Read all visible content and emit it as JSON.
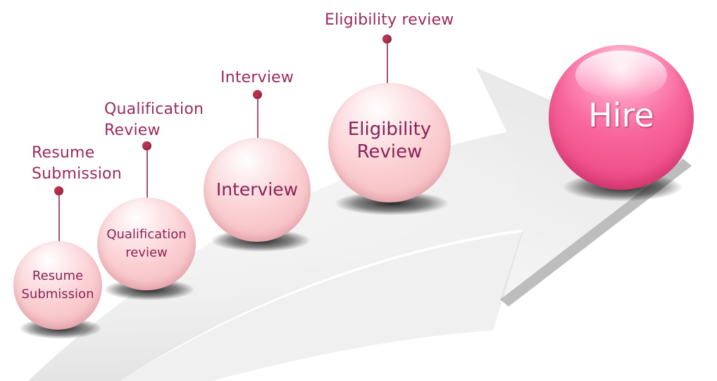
{
  "stages": [
    {
      "id": "resume",
      "label": "Resume\nSubmission",
      "sphere_text": "Resume\nSubmission"
    },
    {
      "id": "qualification",
      "label": "Qualification\nReview",
      "sphere_text": "Qualification\nreview"
    },
    {
      "id": "interview",
      "label": "Interview",
      "sphere_text": "Interview"
    },
    {
      "id": "eligibility",
      "label": "Eligibility review",
      "sphere_text": "Eligibility\nReview"
    }
  ],
  "final": {
    "label": "Hire"
  },
  "colors": {
    "label_text": "#9b2a5c",
    "sphere_text": "#8a2356",
    "dot": "#b8324d",
    "sphere_pink": "#fbd0d3",
    "hire_pink": "#f25c93",
    "arrow": "#e6e6e6"
  }
}
